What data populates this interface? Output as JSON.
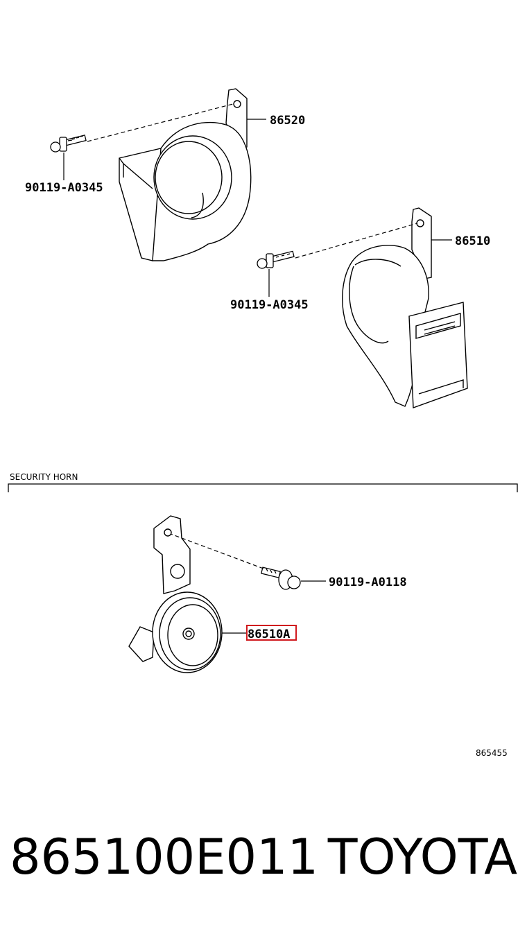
{
  "diagram": {
    "callouts": {
      "horn_upper": "86520",
      "horn_middle": "86510",
      "bolt_upper": "90119-A0345",
      "bolt_middle": "90119-A0345",
      "bolt_security": "90119-A0118",
      "security_horn": "86510A"
    },
    "section_label": "SECURITY HORN",
    "figure_code": "865455",
    "highlight_color": "#d0191e"
  },
  "footer": {
    "part_number": "865100E011",
    "brand": "TOYOTA"
  }
}
